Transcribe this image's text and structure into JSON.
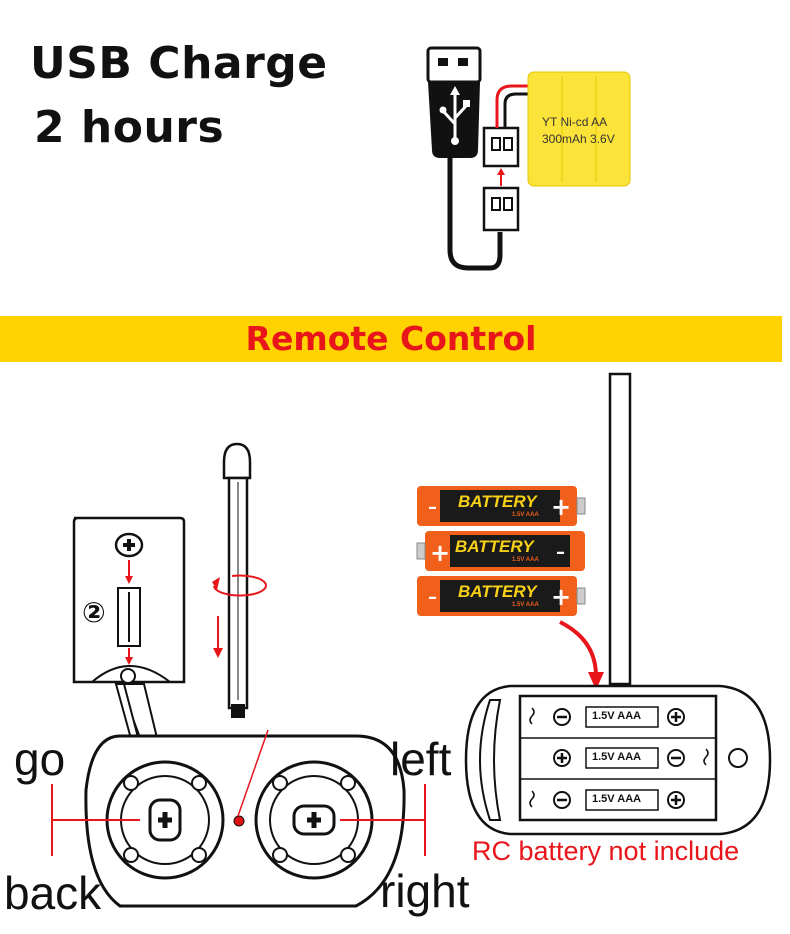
{
  "charge": {
    "title": "USB Charge",
    "duration": "2 hours",
    "battery_pack_line1": "YT Ni-cd AA",
    "battery_pack_line2": "300mAh 3.6V"
  },
  "banner": {
    "title": "Remote Control"
  },
  "assembly": {
    "step_marker": "②"
  },
  "cells": {
    "label": "BATTERY",
    "spec": "1.5V AAA",
    "slot_label": "1.5V AAA"
  },
  "directions": {
    "go": "go",
    "back": "back",
    "left": "left",
    "right": "right"
  },
  "note": "RC battery not include",
  "colors": {
    "banner": "#ffd200",
    "accent_red": "#e8161b",
    "battery_pack": "#fce33a",
    "cell_orange": "#f0601a"
  }
}
